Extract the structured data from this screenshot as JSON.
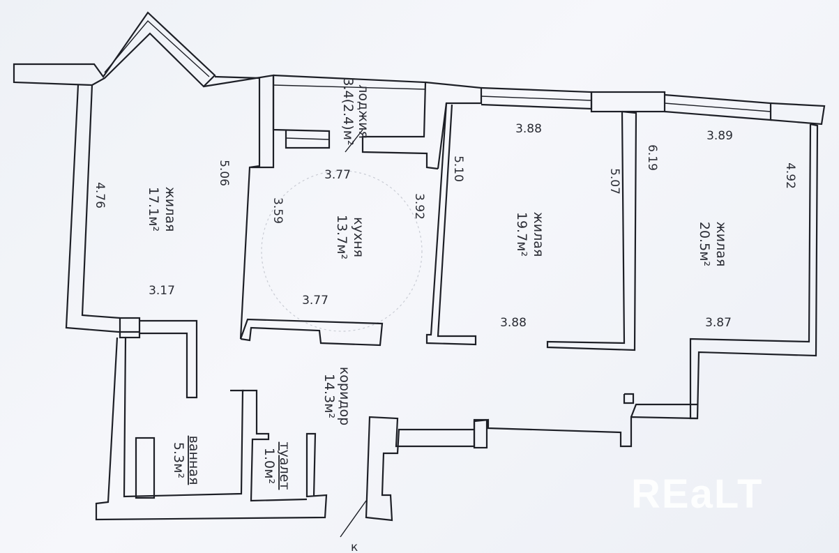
{
  "rooms": {
    "room1": {
      "name": "жилая",
      "area": "17.1м²"
    },
    "kitchen": {
      "name": "кухня",
      "area": "13.7м²"
    },
    "room2": {
      "name": "жилая",
      "area": "19.7м²"
    },
    "room3": {
      "name": "жилая",
      "area": "20.5м²"
    },
    "loggia": {
      "name": "лоджия",
      "area": "3.4(2.4)м²"
    },
    "corridor": {
      "name": "коридор",
      "area": "14.3м²"
    },
    "bathroom": {
      "name": "ванная",
      "area": "5.3м²"
    },
    "toilet": {
      "name": "туалет",
      "area": "1.0м²"
    }
  },
  "dimensions": {
    "room1_height_left": "4.76",
    "room1_height_right": "5.06",
    "room1_width": "3.17",
    "kitchen_top": "3.77",
    "kitchen_bottom": "3.77",
    "kitchen_left": "3.59",
    "kitchen_right": "3.92",
    "room2_top": "3.88",
    "room2_bottom": "3.88",
    "room2_left": "5.10",
    "room2_right": "5.07",
    "room3_top": "3.89",
    "room3_bottom": "3.87",
    "room3_left": "6.19",
    "room3_right": "4.92"
  },
  "watermark": "REaLT",
  "edge_fragment": "к"
}
